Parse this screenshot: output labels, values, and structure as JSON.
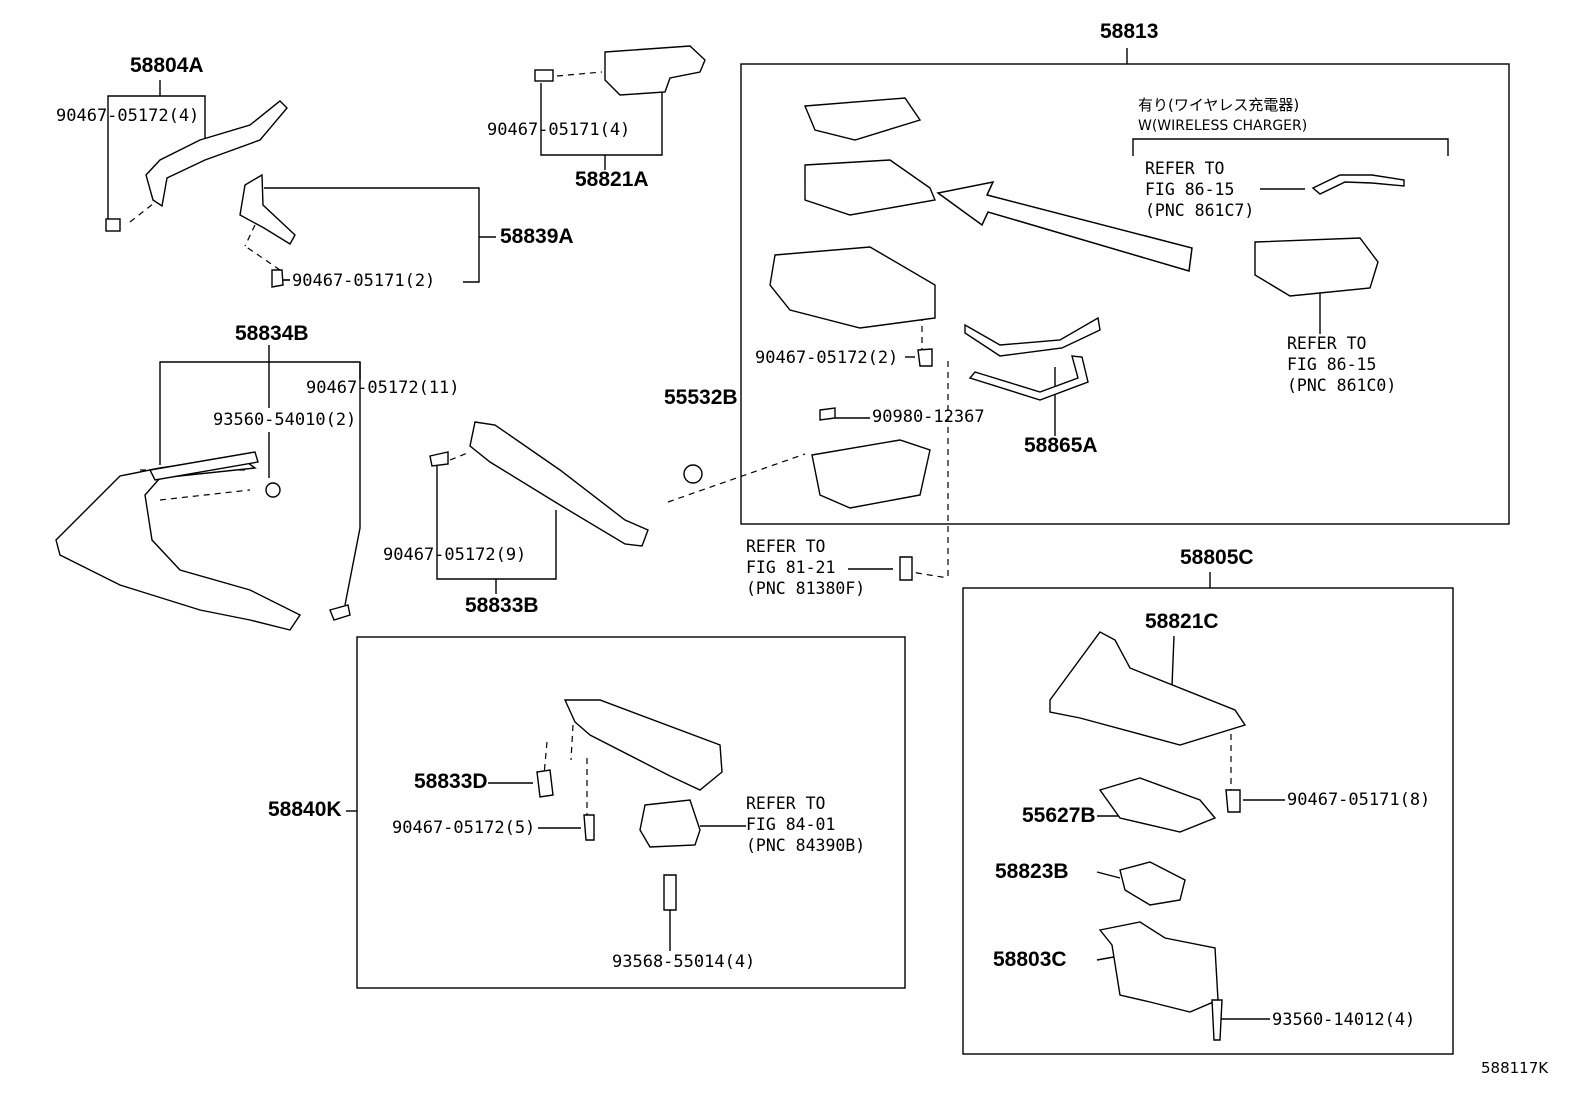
{
  "parts": {
    "p58804A": "58804A",
    "p90467_05172_4": "90467-05172(4)",
    "p90467_05171_4": "90467-05171(4)",
    "p58821A": "58821A",
    "p58839A": "58839A",
    "p90467_05171_2": "90467-05171(2)",
    "p58834B": "58834B",
    "p90467_05172_11": "90467-05172(11)",
    "p93560_54010_2": "93560-54010(2)",
    "p90467_05172_9": "90467-05172(9)",
    "p58833B": "58833B",
    "p55532B": "55532B",
    "p58813": "58813",
    "p90467_05172_2": "90467-05172(2)",
    "p90980_12367": "90980-12367",
    "p58865A": "58865A",
    "p58805C": "58805C",
    "p58821C": "58821C",
    "p90467_05171_8": "90467-05171(8)",
    "p55627B": "55627B",
    "p58823B": "58823B",
    "p58803C": "58803C",
    "p93560_14012_4": "93560-14012(4)",
    "p58833D": "58833D",
    "p58840K": "58840K",
    "p90467_05172_5": "90467-05172(5)",
    "p93568_55014_4": "93568-55014(4)"
  },
  "refs": {
    "wireless_jp": "有り(ワイヤレス充電器)",
    "wireless_en": "W(WIRELESS CHARGER)",
    "r861C7": [
      "REFER TO",
      "FIG 86-15",
      "(PNC 861C7)"
    ],
    "r861C0": [
      "REFER TO",
      "FIG 86-15",
      "(PNC 861C0)"
    ],
    "r81380F": [
      "REFER TO",
      "FIG 81-21",
      "(PNC 81380F)"
    ],
    "r84390B": [
      "REFER TO",
      "FIG 84-01",
      "(PNC 84390B)"
    ]
  },
  "figure_id": "588117K"
}
